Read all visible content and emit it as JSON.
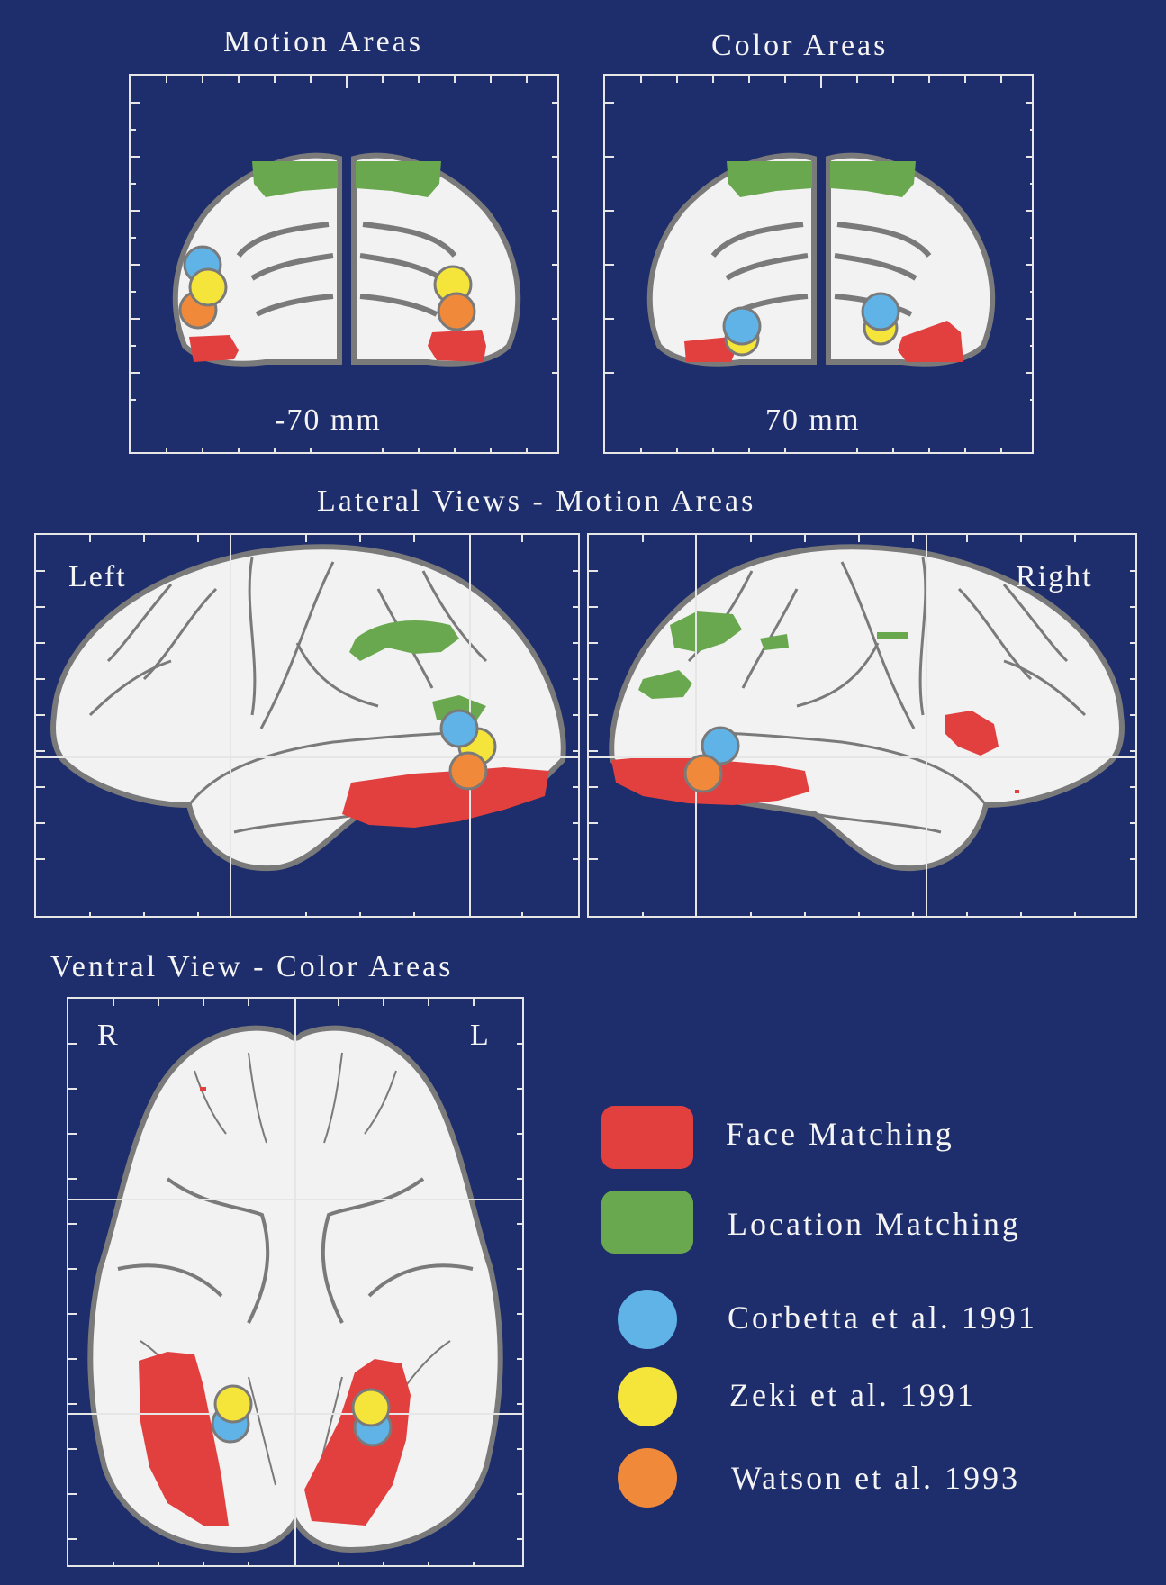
{
  "titles": {
    "motion_areas": "Motion Areas",
    "color_areas": "Color Areas",
    "lateral_views": "Lateral Views - Motion Areas",
    "ventral_view": "Ventral View - Color Areas"
  },
  "panels": {
    "coronal_left_caption": "-70 mm",
    "coronal_right_caption": "70 mm",
    "lateral_left_label": "Left",
    "lateral_right_label": "Right",
    "ventral_r_label": "R",
    "ventral_l_label": "L"
  },
  "legend": [
    {
      "label": "Face Matching",
      "shape": "square",
      "color": "#e2403f"
    },
    {
      "label": "Location Matching",
      "shape": "square",
      "color": "#6aa84f"
    },
    {
      "label": "Corbetta et al. 1991",
      "shape": "circle",
      "color": "#5fb3e6"
    },
    {
      "label": "Zeki et al. 1991",
      "shape": "circle",
      "color": "#f5e43a"
    },
    {
      "label": "Watson et al. 1993",
      "shape": "circle",
      "color": "#f08a3a"
    }
  ],
  "colors": {
    "background": "#1e2d6b",
    "brain_fill": "#f2f2f2",
    "brain_outline": "#7a7a7a",
    "face": "#e2403f",
    "location": "#6aa84f",
    "corbetta": "#5fb3e6",
    "zeki": "#f5e43a",
    "watson": "#f08a3a"
  }
}
